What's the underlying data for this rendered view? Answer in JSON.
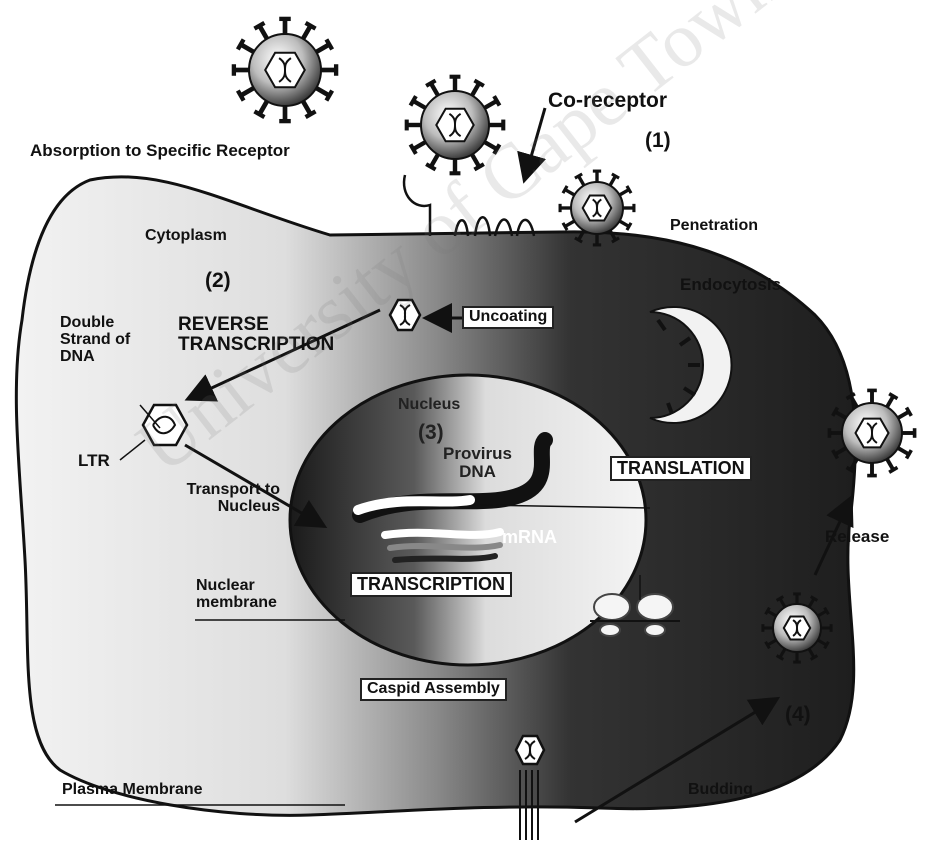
{
  "labels": {
    "absorption": "Absorption to Specific Receptor",
    "coreceptor": "Co-receptor",
    "step1": "(1)",
    "penetration": "Penetration",
    "endocytosis": "Endocytosis",
    "cytoplasm": "Cytoplasm",
    "step2": "(2)",
    "reverse_transcription": "REVERSE TRANSCRIPTION",
    "double_strand": "Double Strand of DNA",
    "uncoating": "Uncoating",
    "nucleus": "Nucleus",
    "step3": "(3)",
    "provirus": "Provirus DNA",
    "ltr": "LTR",
    "transport": "Transport to Nucleus",
    "translation": "TRANSLATION",
    "mrna": "mRNA",
    "release": "Release",
    "nuclear_membrane": "Nuclear membrane",
    "transcription": "TRANSCRIPTION",
    "caspid_assembly": "Caspid Assembly",
    "step4": "(4)",
    "plasma_membrane": "Plasma Membrane",
    "budding": "Budding"
  },
  "watermark": "University of Cape Town",
  "colors": {
    "cell_light": "#ededed",
    "cell_dark": "#222222",
    "nucleus_dark": "#1a1a1a",
    "outline": "#111111"
  }
}
